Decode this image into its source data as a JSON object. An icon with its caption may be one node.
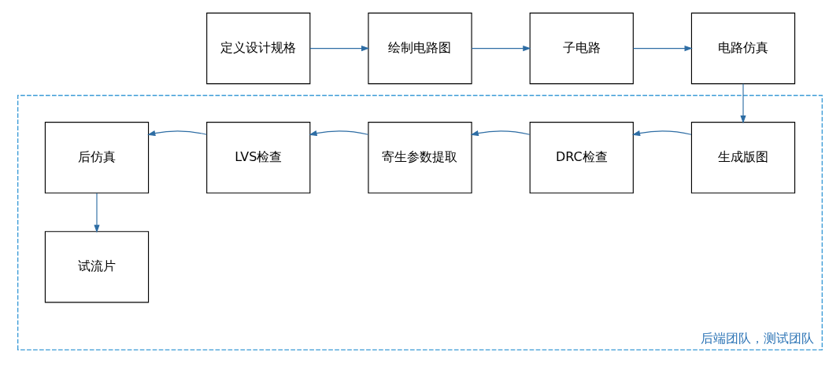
{
  "diagram": {
    "nodes": [
      {
        "text": [
          "定义设计规格"
        ]
      },
      {
        "text": [
          "绘制电路图"
        ]
      },
      {
        "text": [
          "子电路"
        ]
      },
      {
        "text": [
          "电路仿真"
        ]
      },
      {
        "text": [
          "后端团队，测试团队"
        ]
      },
      {
        "text": [
          "生成版图"
        ],
        "in": 4
      },
      {
        "text": [
          "DRC检查"
        ],
        "in": 4
      },
      {
        "text": [
          "寄生参数提取"
        ],
        "in": 4
      },
      {
        "text": [
          "LVS检查"
        ],
        "in": 4
      },
      {
        "text": [
          "后仿真"
        ],
        "in": 4
      },
      {
        "text": [
          "试流片"
        ],
        "in": 4
      }
    ],
    "edges": [
      {
        "from": 0,
        "to": 1,
        "arrow": "to"
      },
      {
        "from": 1,
        "to": 2,
        "arrow": "to"
      },
      {
        "from": 2,
        "to": 3,
        "arrow": "to"
      },
      {
        "from": 3,
        "to": 5,
        "arrow": "to"
      },
      {
        "from": 5,
        "to": 6,
        "arrow": "to"
      },
      {
        "from": 6,
        "to": 7,
        "arrow": "to"
      },
      {
        "from": 7,
        "to": 8,
        "arrow": "to"
      },
      {
        "from": 8,
        "to": 9,
        "arrow": "to"
      },
      {
        "from": 9,
        "to": 10,
        "arrow": "to"
      }
    ]
  }
}
